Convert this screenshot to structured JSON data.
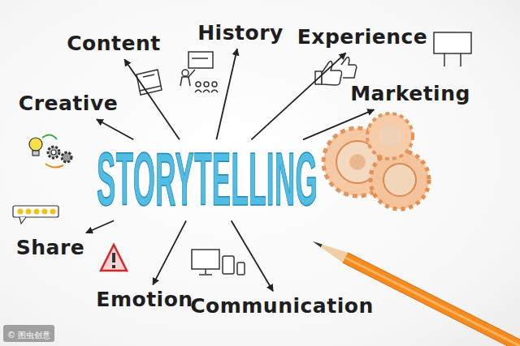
{
  "diagram": {
    "nodes": [
      {
        "text": [
          "Content"
        ]
      },
      {
        "text": [
          "History"
        ]
      },
      {
        "text": [
          "Experience"
        ]
      },
      {
        "text": [
          "Marketing"
        ]
      },
      {
        "text": [
          "Creative"
        ]
      },
      {
        "text": [
          "STORYTELLING"
        ]
      },
      {
        "text": [
          "Share"
        ]
      },
      {
        "text": [
          "Emotion"
        ]
      },
      {
        "text": [
          "Communication"
        ]
      }
    ],
    "edges": [
      {
        "from": 5,
        "to": 0,
        "arrow": "to"
      },
      {
        "from": 5,
        "to": 1,
        "arrow": "to"
      },
      {
        "from": 5,
        "to": 2,
        "arrow": "to"
      },
      {
        "from": 5,
        "to": 3,
        "arrow": "to"
      },
      {
        "from": 5,
        "to": 4,
        "arrow": "to"
      },
      {
        "from": 5,
        "to": 6,
        "arrow": "to"
      },
      {
        "from": 5,
        "to": 7,
        "arrow": "to"
      },
      {
        "from": 5,
        "to": 8,
        "arrow": "to"
      }
    ],
    "labels": [
      "© 图虫创意"
    ]
  }
}
